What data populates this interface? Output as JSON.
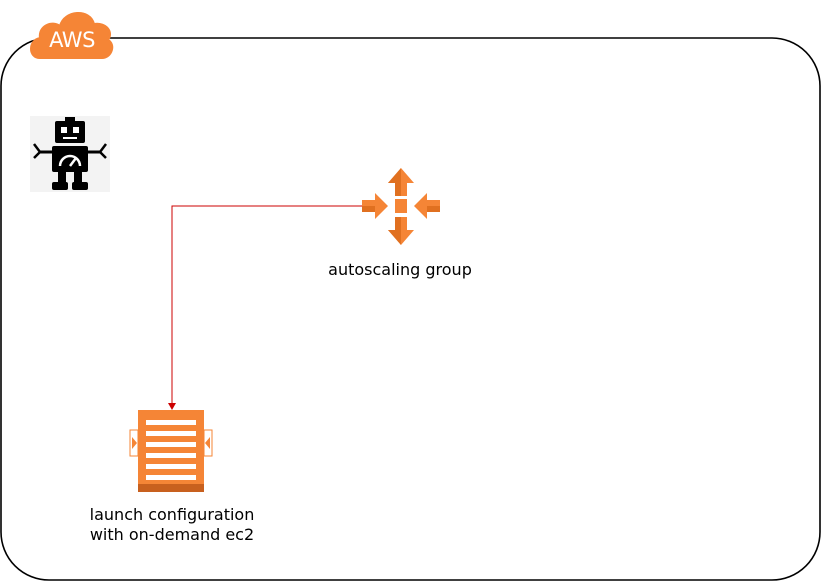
{
  "aws_badge": {
    "text": "AWS",
    "color": "#F58536"
  },
  "robot_icon": {
    "icon": "robot-icon"
  },
  "autoscaling_group": {
    "label": "autoscaling group",
    "icon": "autoscaling-group-icon",
    "color": "#F58536"
  },
  "launch_configuration": {
    "label_line1": "launch configuration",
    "label_line2": "with on-demand ec2",
    "icon": "launch-configuration-icon",
    "color": "#F58536"
  },
  "connector": {
    "from": "autoscaling group",
    "to": "launch configuration",
    "color": "#CC0000"
  }
}
